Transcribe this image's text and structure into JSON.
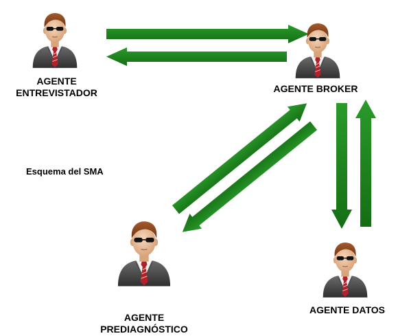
{
  "diagram": {
    "caption": "Esquema del SMA",
    "arrow_color": "#1e8a1e",
    "agents": [
      {
        "key": "entrevistador",
        "line1": "AGENTE",
        "line2": "ENTREVISTADOR",
        "icon": "business-agent-icon"
      },
      {
        "key": "broker",
        "line1": "AGENTE BROKER",
        "line2": "",
        "icon": "business-agent-icon"
      },
      {
        "key": "prediagnostico",
        "line1": "AGENTE",
        "line2": "PREDIAGNÓSTICO",
        "icon": "business-agent-icon"
      },
      {
        "key": "datos",
        "line1": "AGENTE DATOS",
        "line2": "",
        "icon": "business-agent-icon"
      }
    ]
  }
}
